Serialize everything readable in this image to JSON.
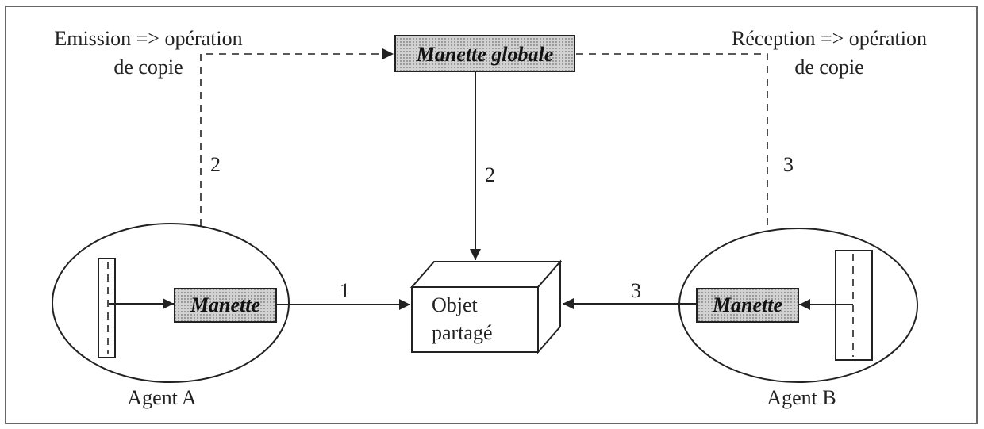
{
  "labels": {
    "emission_line1": "Emission => opération",
    "emission_line2": "de copie",
    "reception_line1": "Réception => opération",
    "reception_line2": "de copie",
    "global_handle": "Manette globale",
    "handle_a": "Manette",
    "handle_b": "Manette",
    "shared_line1": "Objet",
    "shared_line2": "partagé",
    "agent_a": "Agent A",
    "agent_b": "Agent B",
    "step_a_handle": "1",
    "step_a_copy": "2",
    "step_global": "2",
    "step_b_copy": "3",
    "step_b_handle": "3"
  }
}
